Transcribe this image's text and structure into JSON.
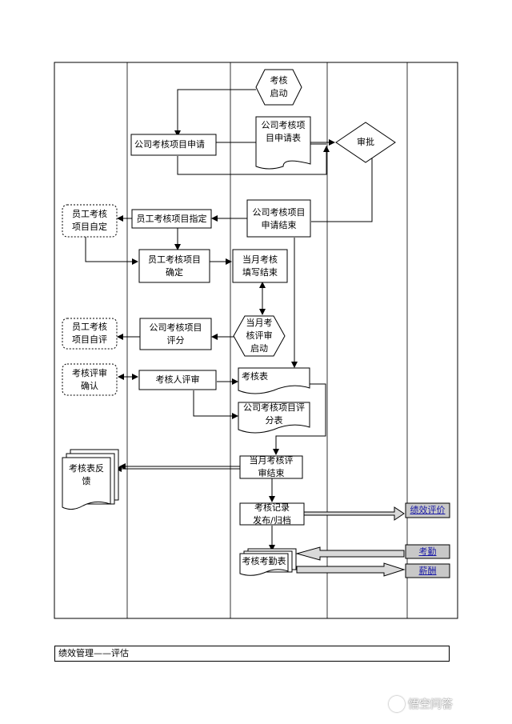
{
  "nodes": {
    "start": "考核\n启动",
    "company_apply": "公司考核项目申请",
    "apply_form": "公司考核项\n目申请表",
    "approve": "审批",
    "apply_end": "公司考核项目\n申请结束",
    "emp_specify": "员工考核项目指定",
    "emp_self_set": "员工考核\n项目自定",
    "emp_confirm": "员工考核项目\n确定",
    "month_fill_end": "当月考核\n填写结束",
    "month_review_start": "当月考\n核评审\n启动",
    "company_score": "公司考核项目\n评分",
    "emp_self_eval": "员工考核\n项目自评",
    "review_confirm": "考核评审\n确认",
    "reviewer_review": "考核人评审",
    "assess_form": "考核表",
    "score_form": "公司考核项目评\n分表",
    "month_review_end": "当月考核评\n审结束",
    "feedback": "考核表反\n馈",
    "publish": "考核记录\n发布/归档",
    "attendance_form": "考核考勤表",
    "perf_eval": "绩效评价",
    "attendance": "考勤",
    "salary": "薪酬"
  },
  "footer": "绩效管理——评估",
  "watermark": "悟空问答"
}
